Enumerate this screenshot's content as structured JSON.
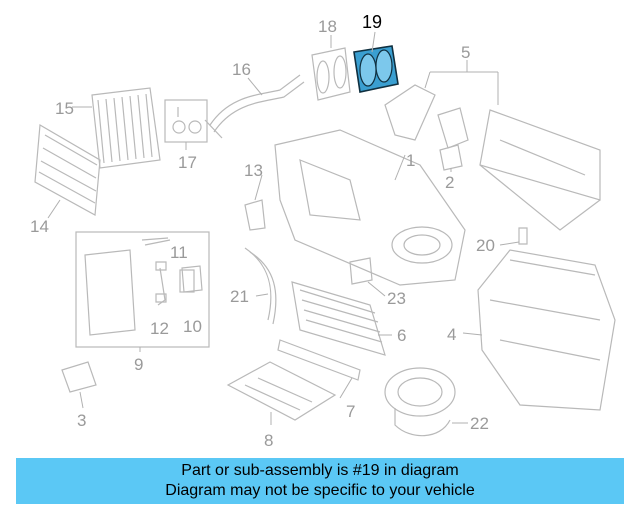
{
  "diagram": {
    "labels": [
      "1",
      "2",
      "3",
      "4",
      "5",
      "6",
      "7",
      "8",
      "9",
      "10",
      "11",
      "12",
      "13",
      "14",
      "15",
      "16",
      "17",
      "18",
      "19",
      "20",
      "21",
      "22",
      "23"
    ],
    "highlighted_label": "19",
    "highlight_color": "#3a9fd1",
    "banner_color": "#5bc8f5"
  },
  "banner": {
    "line1": "Part or sub-assembly is #19 in diagram",
    "line2": "Diagram may not be specific to your vehicle"
  }
}
